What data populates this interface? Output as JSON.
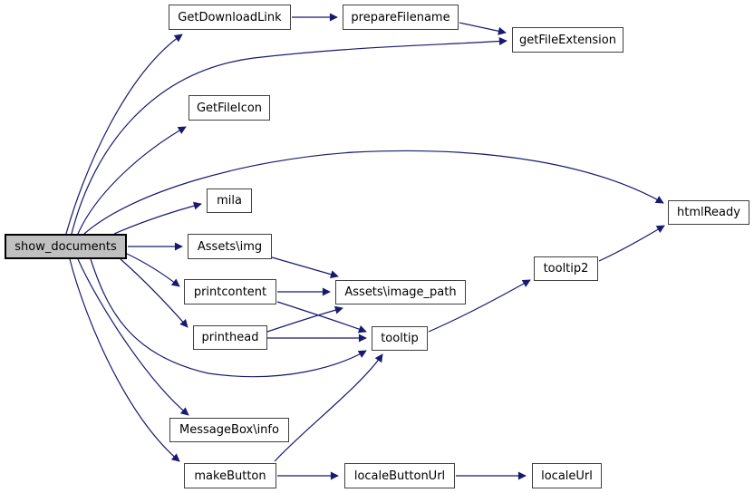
{
  "diagram": {
    "type": "call-graph",
    "colors": {
      "edge": "#191970",
      "node_border": "#404040",
      "node_fill": "#ffffff",
      "root_fill": "#c0c0c0",
      "text": "#000000",
      "background": "#ffffff"
    },
    "root": "show_documents"
  },
  "nodes": [
    {
      "id": "show_documents",
      "label": "show_documents"
    },
    {
      "id": "GetDownloadLink",
      "label": "GetDownloadLink"
    },
    {
      "id": "prepareFilename",
      "label": "prepareFilename"
    },
    {
      "id": "getFileExtension",
      "label": "getFileExtension"
    },
    {
      "id": "GetFileIcon",
      "label": "GetFileIcon"
    },
    {
      "id": "mila",
      "label": "mila"
    },
    {
      "id": "Assets-img",
      "label": "Assets\\img"
    },
    {
      "id": "printcontent",
      "label": "printcontent"
    },
    {
      "id": "printhead",
      "label": "printhead"
    },
    {
      "id": "Assets-image_path",
      "label": "Assets\\image_path"
    },
    {
      "id": "tooltip",
      "label": "tooltip"
    },
    {
      "id": "tooltip2",
      "label": "tooltip2"
    },
    {
      "id": "htmlReady",
      "label": "htmlReady"
    },
    {
      "id": "MessageBox-info",
      "label": "MessageBox\\info"
    },
    {
      "id": "makeButton",
      "label": "makeButton"
    },
    {
      "id": "localeButtonUrl",
      "label": "localeButtonUrl"
    },
    {
      "id": "localeUrl",
      "label": "localeUrl"
    }
  ],
  "edges": [
    {
      "from": "show_documents",
      "to": "GetDownloadLink"
    },
    {
      "from": "show_documents",
      "to": "getFileExtension"
    },
    {
      "from": "show_documents",
      "to": "GetFileIcon"
    },
    {
      "from": "show_documents",
      "to": "htmlReady"
    },
    {
      "from": "show_documents",
      "to": "mila"
    },
    {
      "from": "show_documents",
      "to": "Assets\\img"
    },
    {
      "from": "show_documents",
      "to": "printcontent"
    },
    {
      "from": "show_documents",
      "to": "printhead"
    },
    {
      "from": "show_documents",
      "to": "tooltip"
    },
    {
      "from": "show_documents",
      "to": "MessageBox\\info"
    },
    {
      "from": "show_documents",
      "to": "makeButton"
    },
    {
      "from": "GetDownloadLink",
      "to": "prepareFilename"
    },
    {
      "from": "prepareFilename",
      "to": "getFileExtension"
    },
    {
      "from": "Assets\\img",
      "to": "Assets\\image_path"
    },
    {
      "from": "printcontent",
      "to": "Assets\\image_path"
    },
    {
      "from": "printcontent",
      "to": "tooltip"
    },
    {
      "from": "printhead",
      "to": "Assets\\image_path"
    },
    {
      "from": "printhead",
      "to": "tooltip"
    },
    {
      "from": "tooltip",
      "to": "tooltip2"
    },
    {
      "from": "tooltip2",
      "to": "htmlReady"
    },
    {
      "from": "makeButton",
      "to": "tooltip"
    },
    {
      "from": "makeButton",
      "to": "localeButtonUrl"
    },
    {
      "from": "localeButtonUrl",
      "to": "localeUrl"
    }
  ]
}
